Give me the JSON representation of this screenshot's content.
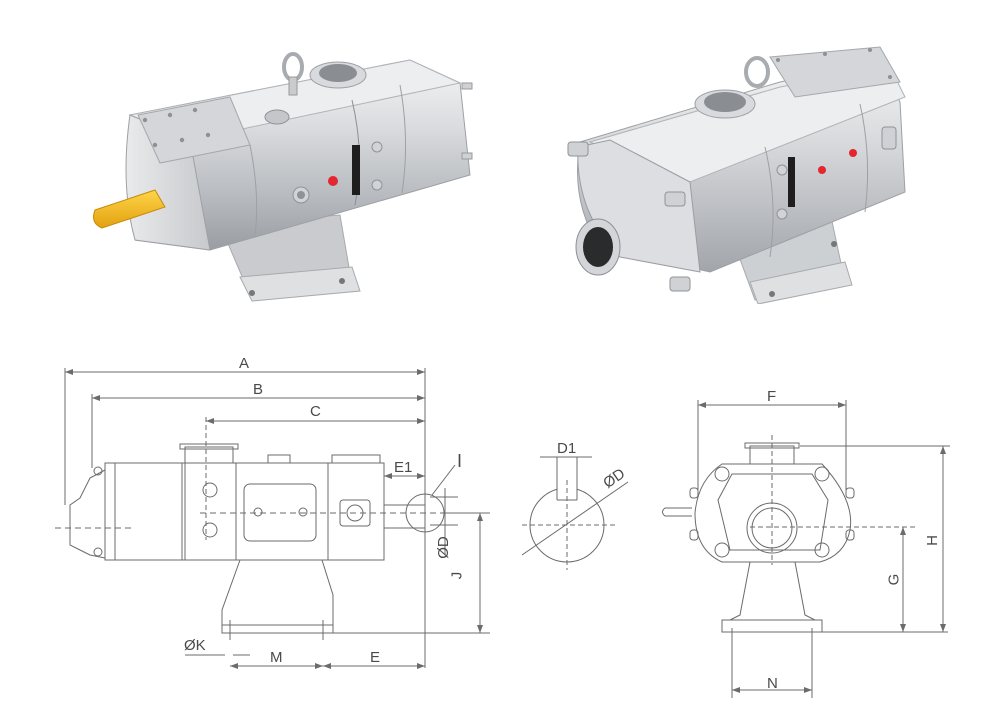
{
  "figure": {
    "subject": "Stainless steel rotary lobe pump",
    "photos": [
      {
        "name": "pump-photo-drive-side",
        "description": "Pump with yellow shaft cover, eye bolt, top inlet port, red indicator"
      },
      {
        "name": "pump-photo-port-side",
        "description": "Pump showing front clamp port, eye bolt, top port, red indicators"
      }
    ],
    "side_view": {
      "labels": {
        "A": "A",
        "B": "B",
        "C": "C",
        "E1": "E1",
        "I": "I",
        "OD": "ØD",
        "J": "J",
        "OK": "ØK",
        "M": "M",
        "E": "E"
      }
    },
    "shaft_detail": {
      "labels": {
        "D1": "D1",
        "OD": "ØD"
      }
    },
    "front_view": {
      "labels": {
        "F": "F",
        "H": "H",
        "G": "G",
        "N": "N"
      }
    },
    "colors": {
      "steel_light": "#e6e7e9",
      "steel_mid": "#c4c6c9",
      "steel_dark": "#8e9196",
      "shaft_cover": "#f2b51b",
      "indicator_red": "#e3262f",
      "line": "#6b6b6b"
    }
  }
}
